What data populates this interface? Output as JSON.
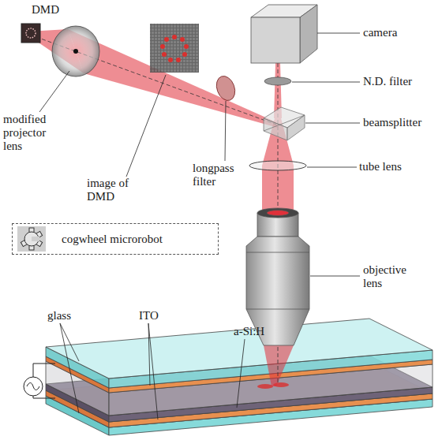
{
  "diagram": {
    "nodes": [
      {
        "text": [
          "cogwheel microrobot"
        ]
      }
    ],
    "labels": [
      "DMD",
      "camera",
      "modified projector lens",
      "image of DMD",
      "longpass filter",
      "N.D. filter",
      "beamsplitter",
      "tube lens",
      "objective lens",
      "glass",
      "ITO",
      "a-Si:H"
    ]
  }
}
